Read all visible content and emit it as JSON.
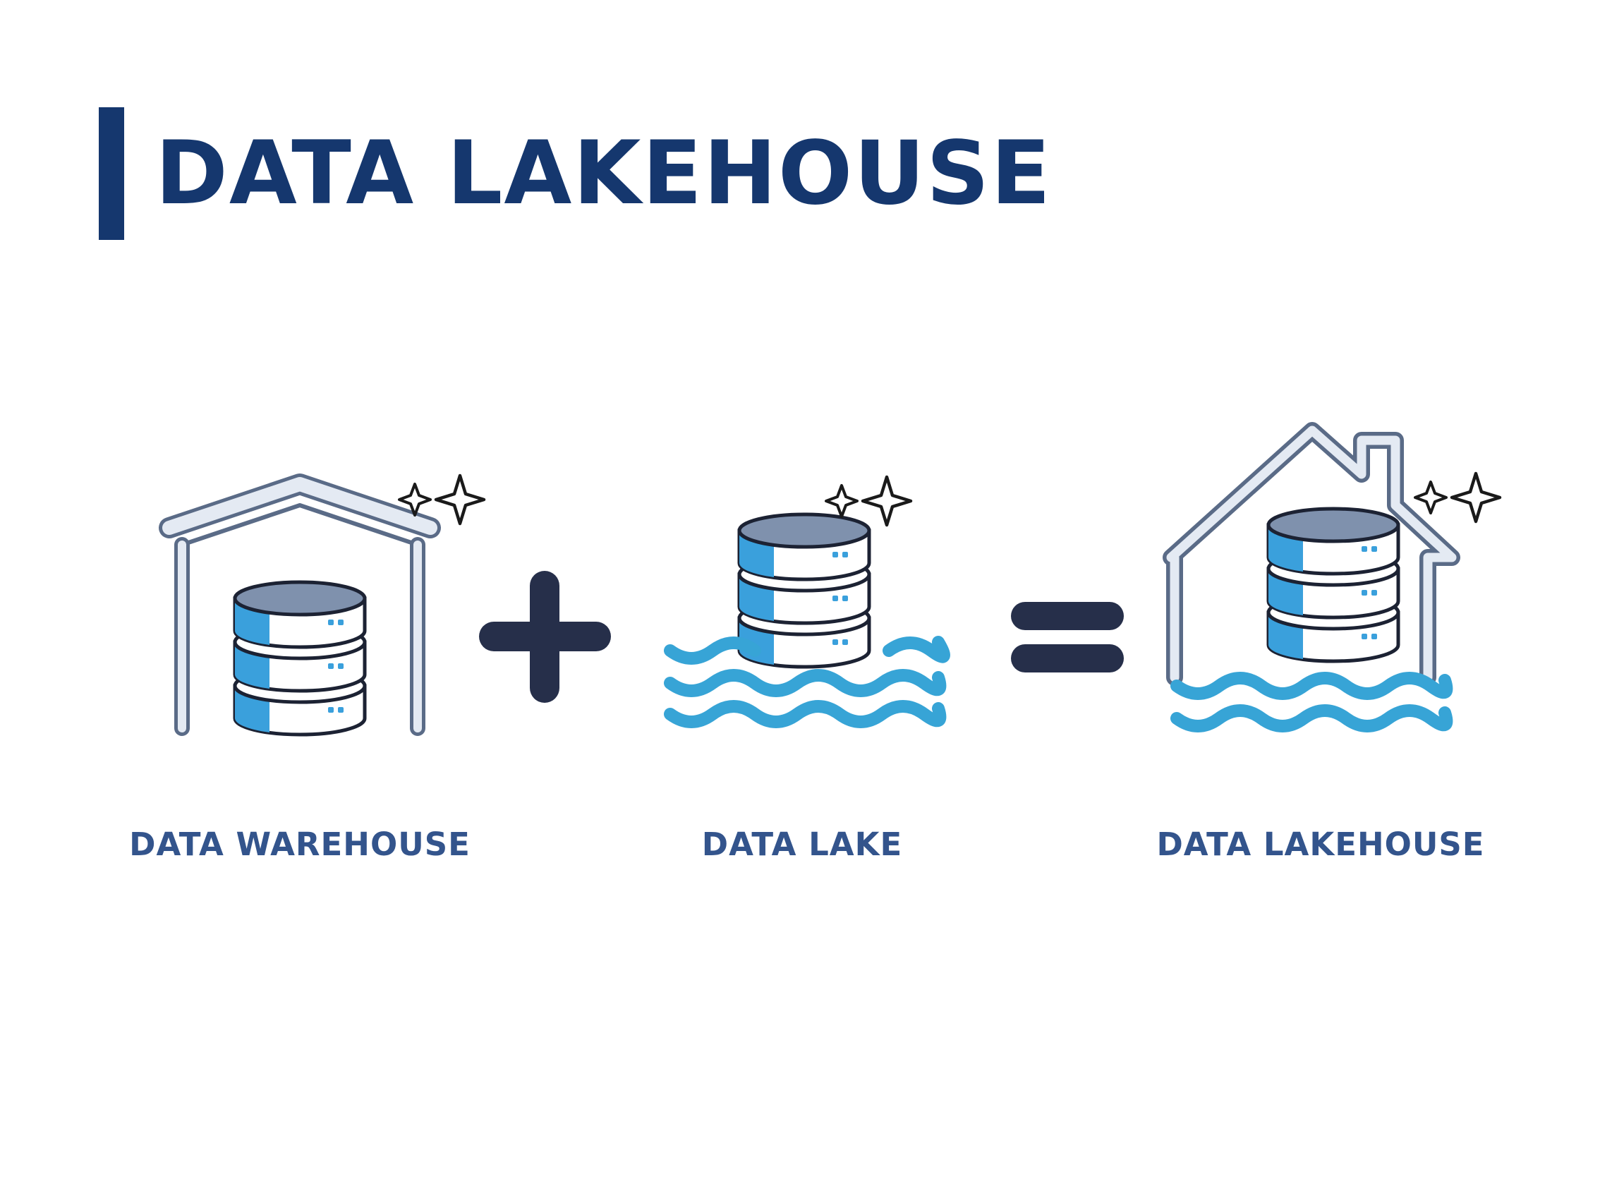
{
  "title": "DATA LAKEHOUSE",
  "colors": {
    "navy": "#15376e",
    "label": "#33548c",
    "operator": "#262f4a",
    "db_blue": "#3aa0dc",
    "db_top": "#7f91ad",
    "wave": "#37a4d6",
    "frame_fill": "#e4eaf3",
    "frame_stroke": "#5a6b87"
  },
  "diagram": {
    "components": [
      {
        "label": "DATA WAREHOUSE",
        "icon": "warehouse-icon"
      },
      {
        "label": "DATA LAKE",
        "icon": "lake-icon"
      },
      {
        "label": "DATA LAKEHOUSE",
        "icon": "lakehouse-icon"
      }
    ],
    "operators": [
      "plus-icon",
      "equals-icon"
    ]
  }
}
